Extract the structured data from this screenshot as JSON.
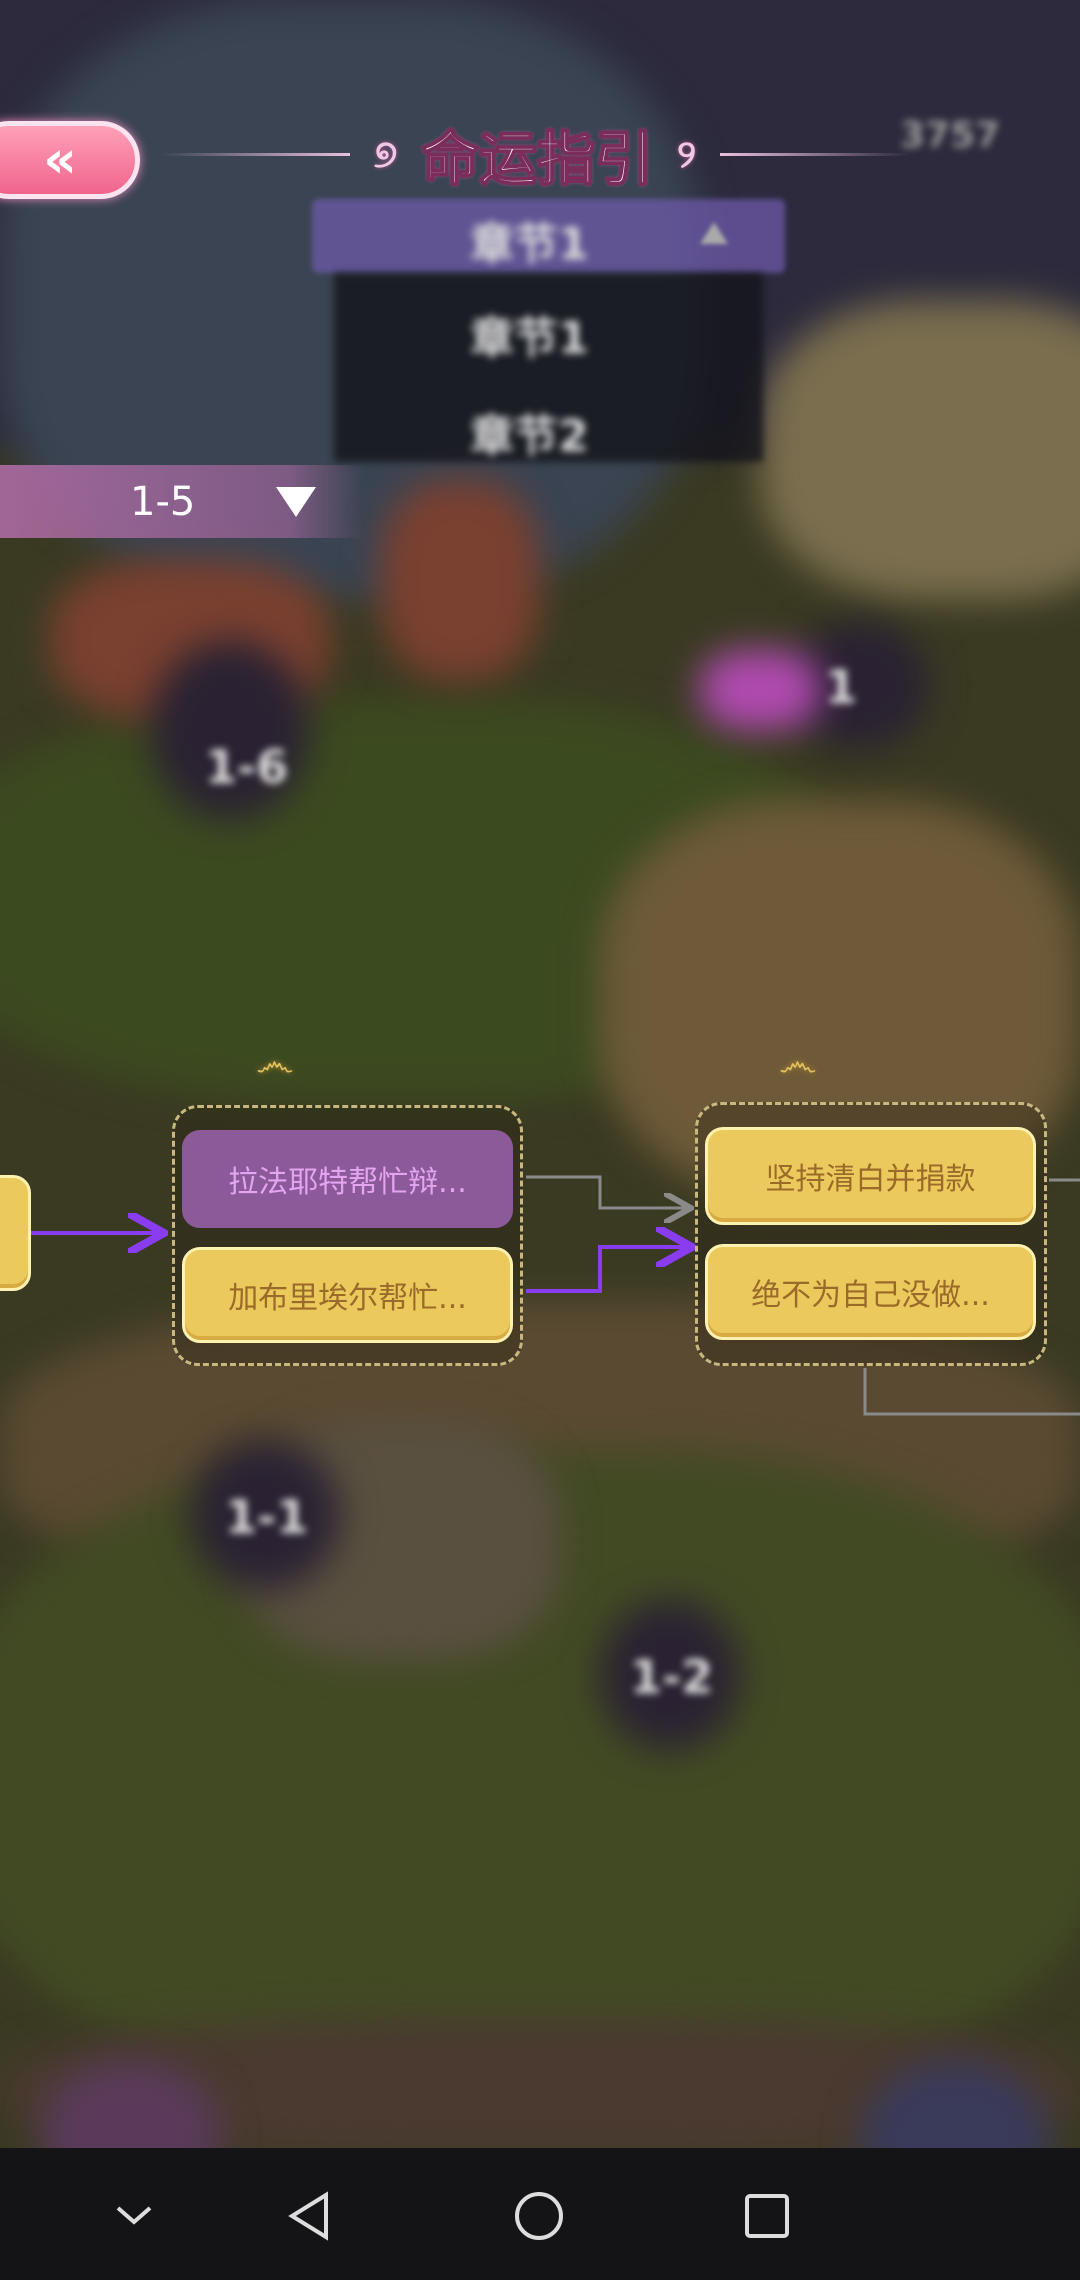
{
  "header": {
    "back_icon": "double-chevron-left-icon",
    "title": "命运指引",
    "currency": "3757"
  },
  "chapter_dropdown": {
    "selected": "章节1",
    "options": [
      "章节1",
      "章节2"
    ]
  },
  "stage_filter": {
    "value": "1-5",
    "icon": "triangle-down-icon"
  },
  "flow": {
    "groups": [
      {
        "options": [
          {
            "label": "拉法耶特帮忙辩...",
            "selected": true
          },
          {
            "label": "加布里埃尔帮忙...",
            "selected": false
          }
        ]
      },
      {
        "options": [
          {
            "label": "坚持清白并捐款",
            "selected": false
          },
          {
            "label": "绝不为自己没做...",
            "selected": false
          }
        ]
      }
    ],
    "colors": {
      "active_arrow": "#8a3cf0",
      "inactive_arrow": "#8a8a8a",
      "option_bg": "#ecc95c",
      "selected_bg": "#8c5a98"
    }
  },
  "map_labels": [
    "1-6",
    "1-1",
    "1-2",
    "1"
  ],
  "nav_bar": {
    "icons": [
      "chevron-down-icon",
      "back-triangle-icon",
      "home-circle-icon",
      "recents-square-icon"
    ]
  }
}
